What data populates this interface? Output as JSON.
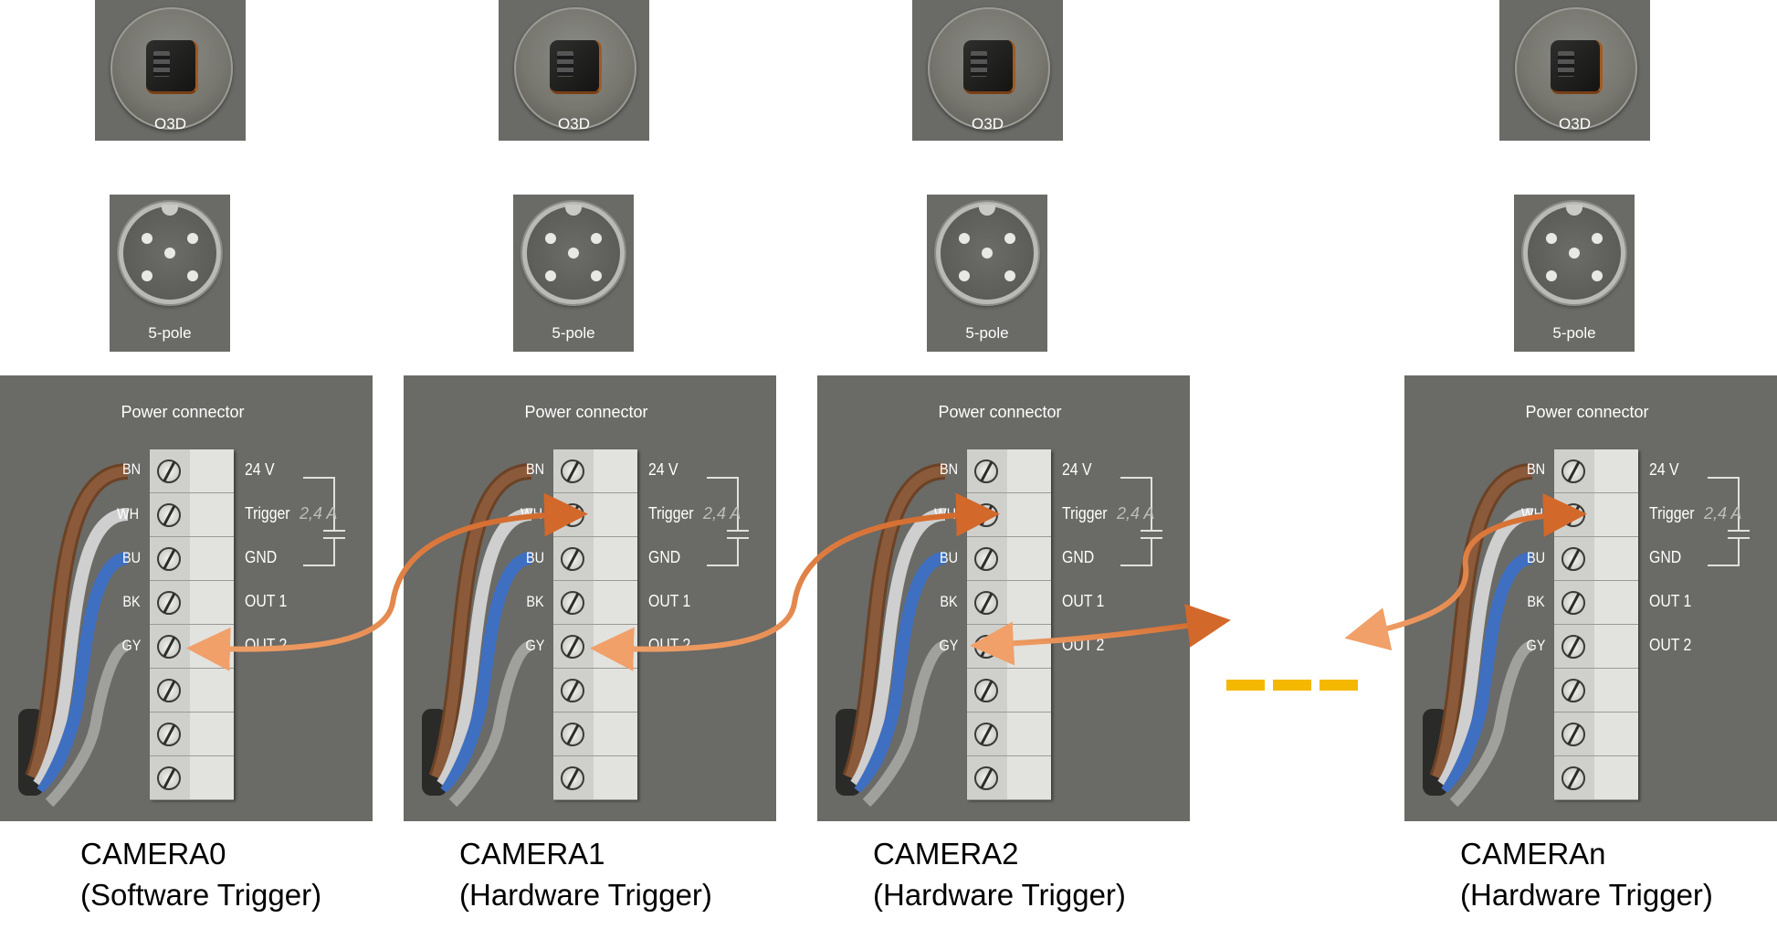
{
  "cameras": [
    {
      "device_label": "O3D",
      "connector_label": "5-pole",
      "panel_title": "Power connector",
      "wires": [
        "BN",
        "WH",
        "BU",
        "BK",
        "GY"
      ],
      "pins": [
        "24 V",
        "Trigger",
        "GND",
        "OUT 1",
        "OUT 2"
      ],
      "current": "2,4 A",
      "caption_name": "CAMERA0",
      "caption_mode": "(Software Trigger)"
    },
    {
      "device_label": "O3D",
      "connector_label": "5-pole",
      "panel_title": "Power connector",
      "wires": [
        "BN",
        "WH",
        "BU",
        "BK",
        "GY"
      ],
      "pins": [
        "24 V",
        "Trigger",
        "GND",
        "OUT 1",
        "OUT 2"
      ],
      "current": "2,4 A",
      "caption_name": "CAMERA1",
      "caption_mode": "(Hardware Trigger)"
    },
    {
      "device_label": "O3D",
      "connector_label": "5-pole",
      "panel_title": "Power connector",
      "wires": [
        "BN",
        "WH",
        "BU",
        "BK",
        "GY"
      ],
      "pins": [
        "24 V",
        "Trigger",
        "GND",
        "OUT 1",
        "OUT 2"
      ],
      "current": "2,4 A",
      "caption_name": "CAMERA2",
      "caption_mode": "(Hardware Trigger)"
    },
    {
      "device_label": "O3D",
      "connector_label": "5-pole",
      "panel_title": "Power connector",
      "wires": [
        "BN",
        "WH",
        "BU",
        "BK",
        "GY"
      ],
      "pins": [
        "24 V",
        "Trigger",
        "GND",
        "OUT 1",
        "OUT 2"
      ],
      "current": "2,4 A",
      "caption_name": "CAMERAn",
      "caption_mode": "(Hardware Trigger)"
    }
  ],
  "colors": {
    "panel": "#6a6a66",
    "arrow_dark": "#d2682a",
    "arrow_light": "#f0a068",
    "ellipsis": "#f5b800",
    "wire_brown": "#8a5a3a",
    "wire_white": "#d8d8d8",
    "wire_blue": "#3f6fc0",
    "wire_gray": "#9a9a9a"
  }
}
